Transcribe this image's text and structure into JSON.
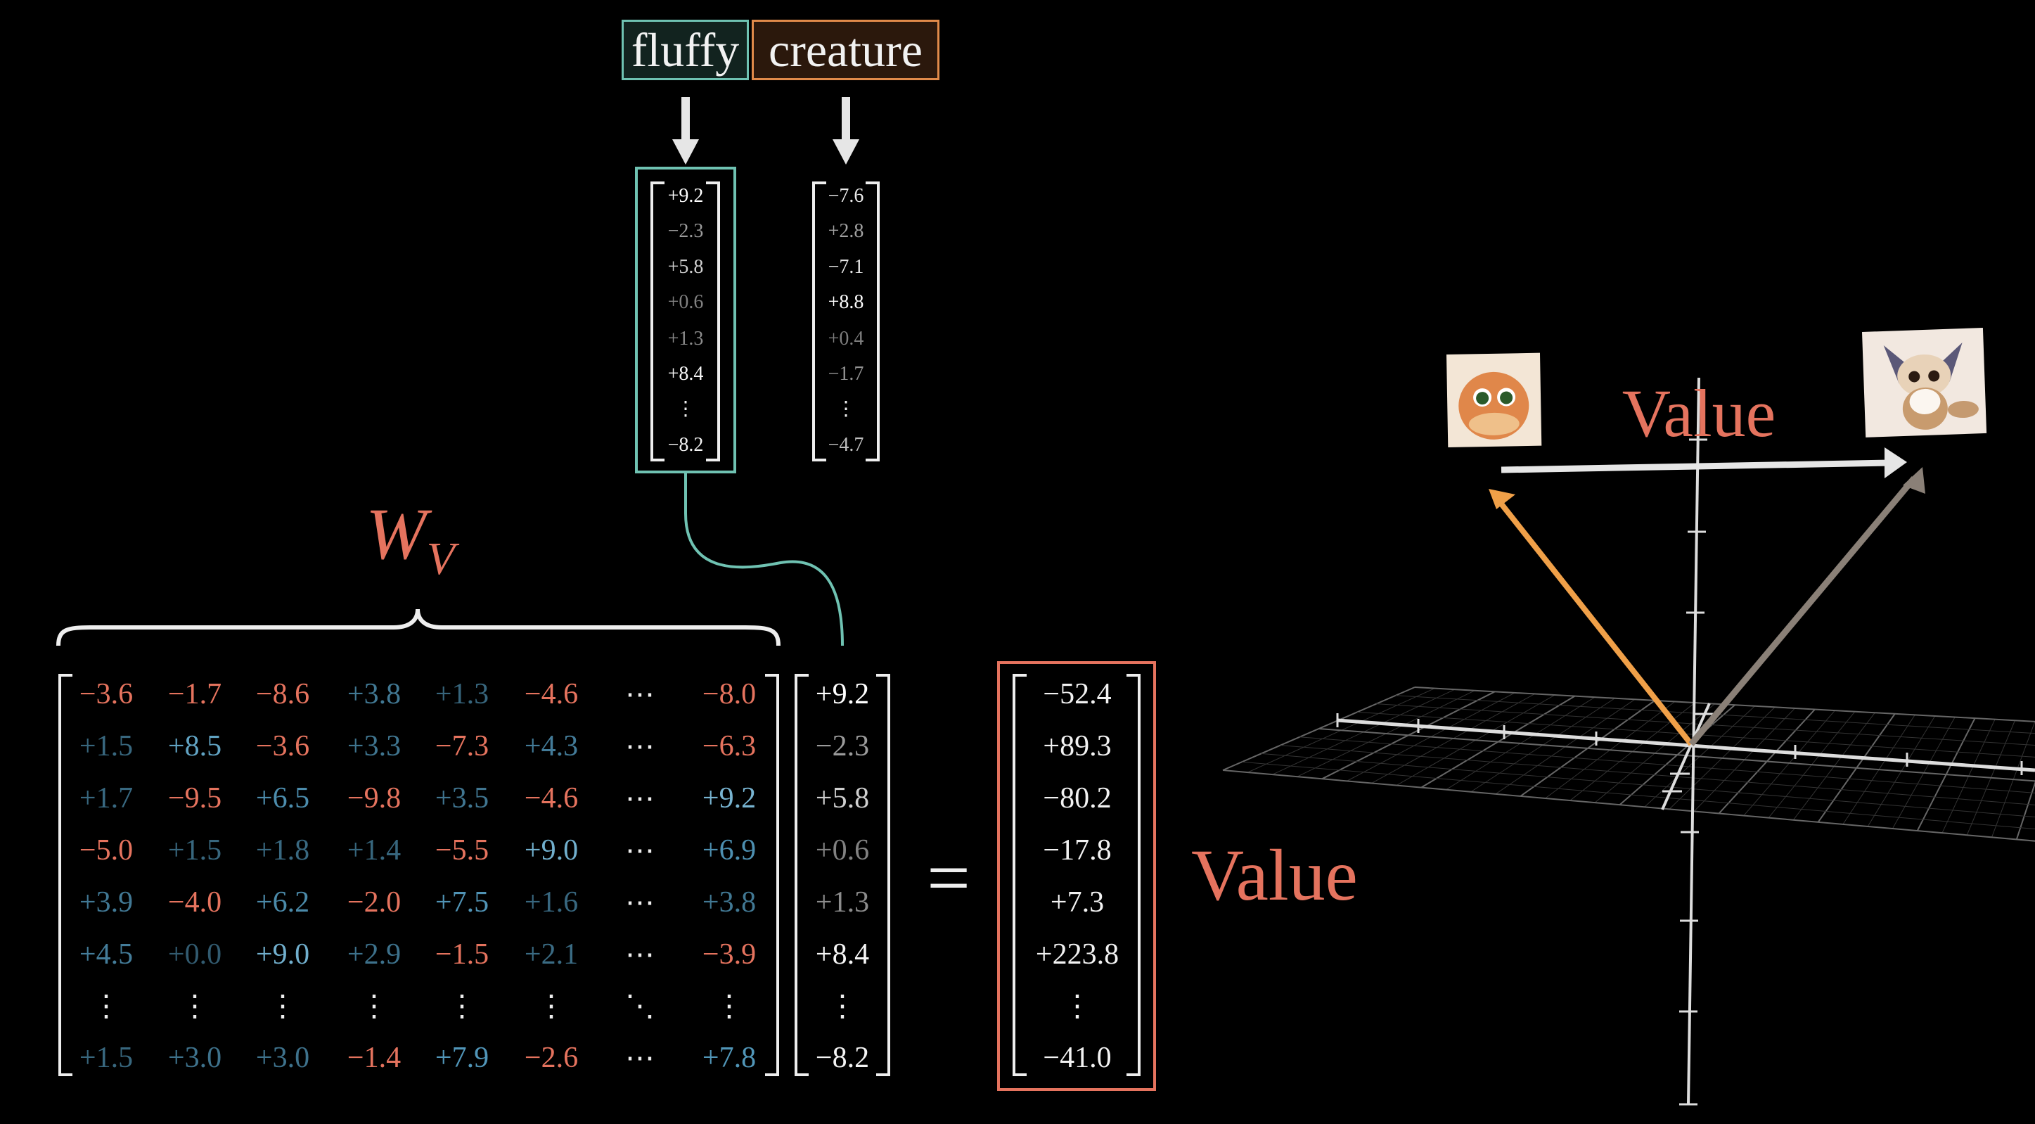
{
  "tokens": [
    {
      "text": "fluffy",
      "border": "#6fc2b2",
      "background": "#12231f"
    },
    {
      "text": "creature",
      "border": "#e08a4a",
      "background": "#2b180c"
    }
  ],
  "token_embeddings": [
    [
      "+9.2",
      "−2.3",
      "+5.8",
      "+0.6",
      "+1.3",
      "+8.4",
      "⋮",
      "−8.2"
    ],
    [
      "−7.6",
      "+2.8",
      "−7.1",
      "+8.8",
      "+0.4",
      "−1.7",
      "⋮",
      "−4.7"
    ]
  ],
  "weight_label": {
    "main": "W",
    "sub": "V"
  },
  "matrix": [
    [
      "−3.6",
      "−1.7",
      "−8.6",
      "+3.8",
      "+1.3",
      "−4.6",
      "⋯",
      "−8.0"
    ],
    [
      "+1.5",
      "+8.5",
      "−3.6",
      "+3.3",
      "−7.3",
      "+4.3",
      "⋯",
      "−6.3"
    ],
    [
      "+1.7",
      "−9.5",
      "+6.5",
      "−9.8",
      "+3.5",
      "−4.6",
      "⋯",
      "+9.2"
    ],
    [
      "−5.0",
      "+1.5",
      "+1.8",
      "+1.4",
      "−5.5",
      "+9.0",
      "⋯",
      "+6.9"
    ],
    [
      "+3.9",
      "−4.0",
      "+6.2",
      "−2.0",
      "+7.5",
      "+1.6",
      "⋯",
      "+3.8"
    ],
    [
      "+4.5",
      "+0.0",
      "+9.0",
      "+2.9",
      "−1.5",
      "+2.1",
      "⋯",
      "−3.9"
    ],
    [
      "⋮",
      "⋮",
      "⋮",
      "⋮",
      "⋮",
      "⋮",
      "⋱",
      "⋮"
    ],
    [
      "+1.5",
      "+3.0",
      "+3.0",
      "−1.4",
      "+7.9",
      "−2.6",
      "⋯",
      "+7.8"
    ]
  ],
  "input_vector": [
    "+9.2",
    "−2.3",
    "+5.8",
    "+0.6",
    "+1.3",
    "+8.4",
    "⋮",
    "−8.2"
  ],
  "equals": "=",
  "result_vector": [
    "−52.4",
    "+89.3",
    "−80.2",
    "−17.8",
    "+7.3",
    "+223.8",
    "⋮",
    "−41.0"
  ],
  "result_label": "Value",
  "plot": {
    "label": "Value",
    "images": [
      "frog-creature-image",
      "fluffy-fox-creature-image"
    ]
  },
  "colors": {
    "negative": "#e5735e",
    "positive": "#5aa6cc",
    "teal": "#6fc2b2",
    "orange_arrow": "#f0a048",
    "gray_arrow": "#8a8077",
    "result_box": "#e5735e"
  }
}
